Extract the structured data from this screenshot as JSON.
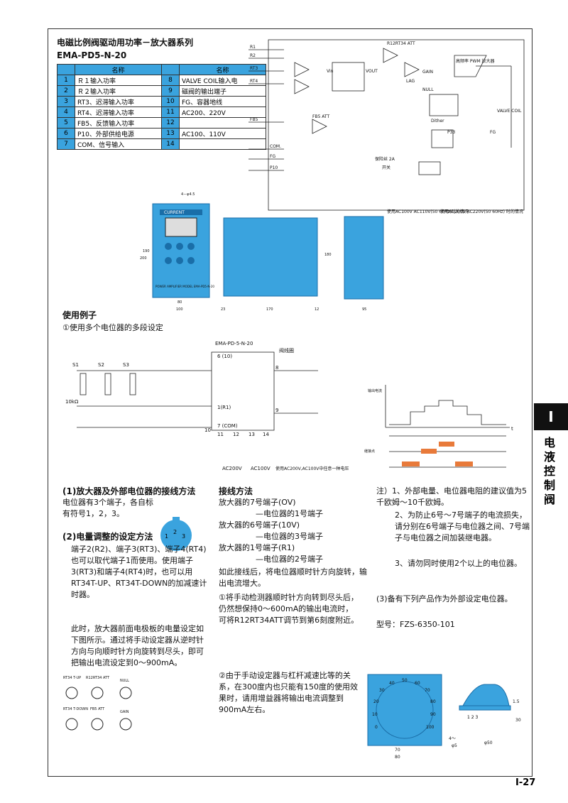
{
  "header": {
    "title": "电磁比例阀驱动用功率－放大器系列",
    "model": "EMA-PD5-N-20"
  },
  "terminal_table": {
    "col_name": "名称",
    "rows": [
      {
        "n1": "1",
        "name1": "Ｒ１输入功率",
        "n2": "8",
        "name2": "VALVE COIL输入电"
      },
      {
        "n1": "2",
        "name1": "Ｒ２输入功率",
        "n2": "9",
        "name2": "磁阀的输出端子"
      },
      {
        "n1": "3",
        "name1": "RT3、迟滞输入功率",
        "n2": "10",
        "name2": "FG、容器地线"
      },
      {
        "n1": "4",
        "name1": "RT4、迟滞输入功率",
        "n2": "11",
        "name2": "AC200、220V"
      },
      {
        "n1": "5",
        "name1": "FB5、反馈输入功率",
        "n2": "12",
        "name2": ""
      },
      {
        "n1": "6",
        "name1": "P10、外部供给电源",
        "n2": "13",
        "name2": "AC100、110V"
      },
      {
        "n1": "7",
        "name1": "COM、信号输入",
        "n2": "14",
        "name2": ""
      }
    ]
  },
  "schematic": {
    "inputs": [
      "R1",
      "R2",
      "RT3",
      "RT4",
      "FB5",
      "COM.",
      "FG",
      "P10"
    ],
    "blocks": [
      "R12RT34 ATT",
      "LAG",
      "GAIN",
      "NULL",
      "高频率 PWM 放大器",
      "Dither",
      "FB5 ATT",
      "保险丝 2A",
      "开关",
      "P33",
      "VALVE COIL",
      "FG",
      "Vin",
      "VOUT"
    ],
    "notes": [
      "使用AC100V AC110V(50 60Hz)时的情况",
      "使用AC200V AC220V(50 60Hz) 时的情况"
    ]
  },
  "dimensions": {
    "front_label": "CURRENT",
    "front_text": "POWER AMPLIFIER MODEL EMA-PD5-N-20",
    "values": [
      "4－φ4.5",
      "80",
      "100",
      "190",
      "200",
      "23",
      "170",
      "12",
      "180",
      "95"
    ]
  },
  "usage": {
    "heading": "使用例子",
    "sub": "①使用多个电位器的多段设定",
    "diagram_title": "EMA-PD-5-N-20",
    "coil_label": "阀线圈",
    "labels": [
      "S1",
      "S2",
      "S3",
      "10kΩ",
      "6 (10)",
      "1(R1)",
      "7 (COM)",
      "8",
      "9",
      "10",
      "11",
      "12",
      "13",
      "14",
      "AC200V",
      "AC100V"
    ],
    "ac_note": "使用AC200V,AC100V中任意一种电压",
    "chart_y": "输出电流",
    "chart_x": "t",
    "chart_side": "继接点"
  },
  "section1": {
    "title": "(1)放大器及外部电位器的接线方法",
    "text": "电位器有3个端子，各自标有符号1，2，3。"
  },
  "section2": {
    "title": "(2)电量调整的设定方法",
    "p1": "端子2(R2)、端子3(RT3)、端子4(RT4)也可以取代端子1而使用。使用端子3(RT3)和端子4(RT4)时，也可以用RT34T-UP、RT34T-DOWN的加减速计时器。",
    "p2": "此时，放大器前面电极板的电量设定如下图所示。通过将手动设定器从逆时针方向与向顺时针方向旋转到尽头，即可把输出电流设定到0～900mA。",
    "knobs": [
      "RT34 T-UP",
      "R12RT34 ATT",
      "NULL",
      "RT34 T-DOWN",
      "FB5 ATT",
      "GAIN"
    ]
  },
  "wiring": {
    "title": "接线方法",
    "lines": [
      "放大器的7号端子(OV)",
      "—电位器的1号端子",
      "放大器的6号端子(10V)",
      "—电位器的3号端子",
      "放大器的1号端子(R1)",
      "—电位器的2号端子"
    ],
    "p1": "如此接线后，将电位器顺时针方向旋转，输出电流增大。",
    "step1": "①将手动检测器顺时针方向转到尽头后，仍然想保持0～600mA的输出电流时，可将R12RT34ATT调节到第6刻度附近。",
    "step2": "②由于手动设定器与杠杆减速比等的关系，在300度内也只能有150度的使用效果时，请用增益器将输出电流调整到900mA左右。"
  },
  "notes": {
    "n1": "注）1、外部电量、电位器电阻的建议值为5千欧姆～10千欧姆。",
    "n2": "2、为防止6号～7号端子的电流损失，请分别在6号端子与电位器之间、7号端子与电位器之间加装继电器。",
    "n3": "3、请勿同时使用2个以上的电位器。",
    "n4": "(3)备有下列产品作为外部设定电位器。",
    "model": "型号：FZS-6350-101",
    "dims": [
      "70",
      "80",
      "φ50",
      "1.5",
      "30",
      "4～",
      "φ5"
    ],
    "dial": [
      "0",
      "10",
      "20",
      "30",
      "40",
      "50",
      "60",
      "70",
      "80",
      "90",
      "100"
    ]
  },
  "side_tab": {
    "letter": "I",
    "text": "电液控制阀"
  },
  "page_number": "I-27",
  "colors": {
    "accent": "#3aa3de",
    "dark": "#1a6ea8"
  }
}
